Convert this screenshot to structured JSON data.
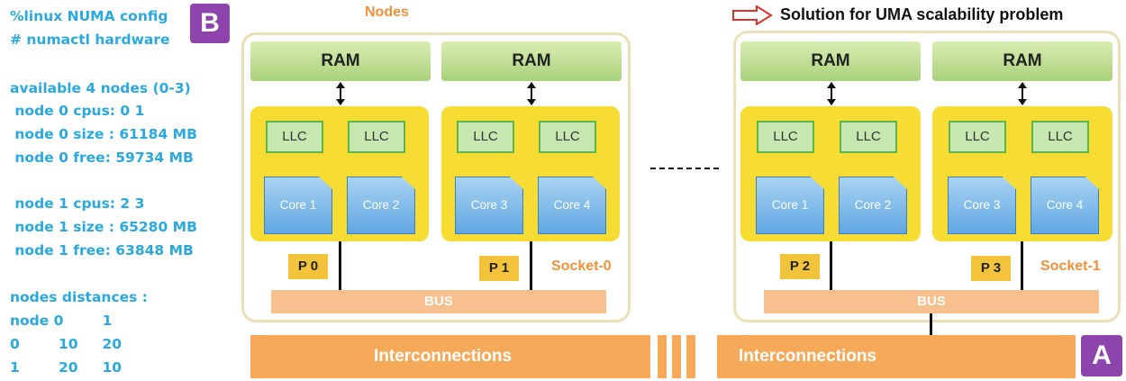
{
  "config": {
    "lines_block1": [
      "%linux NUMA config",
      "# numactl hardware"
    ],
    "lines_block2": [
      "available 4 nodes (0-3)",
      " node 0 cpus: 0 1",
      " node 0 size : 61184 MB",
      " node 0 free: 59734 MB"
    ],
    "lines_block3": [
      " node 1 cpus: 2 3",
      " node 1 size : 65280 MB",
      " node 1 free: 63848 MB"
    ],
    "lines_block4": [
      "nodes distances :",
      "node 0        1",
      "0        10     20",
      "1        20     10"
    ]
  },
  "badge_b": "B",
  "badge_a": "A",
  "nodes_label": "Nodes",
  "title": "Solution for UMA scalability problem",
  "colors": {
    "accent": "#f0913a",
    "config_text": "#2aa9e0",
    "badge": "#8e44ad",
    "socket": "#f7dc34"
  },
  "left_group": {
    "ram": [
      "RAM",
      "RAM"
    ],
    "llc": [
      "LLC",
      "LLC",
      "LLC",
      "LLC"
    ],
    "cores": [
      "Core 1",
      "Core 2",
      "Core 3",
      "Core 4"
    ],
    "procs": [
      "P 0",
      "P 1"
    ],
    "socket_label": "Socket-0",
    "bus": "BUS",
    "interconnect": "Interconnections"
  },
  "right_group": {
    "ram": [
      "RAM",
      "RAM"
    ],
    "llc": [
      "LLC",
      "LLC",
      "LLC",
      "LLC"
    ],
    "cores": [
      "Core 1",
      "Core 2",
      "Core 3",
      "Core 4"
    ],
    "procs": [
      "P 2",
      "P 3"
    ],
    "socket_label": "Socket-1",
    "bus": "BUS",
    "interconnect": "Interconnections"
  }
}
